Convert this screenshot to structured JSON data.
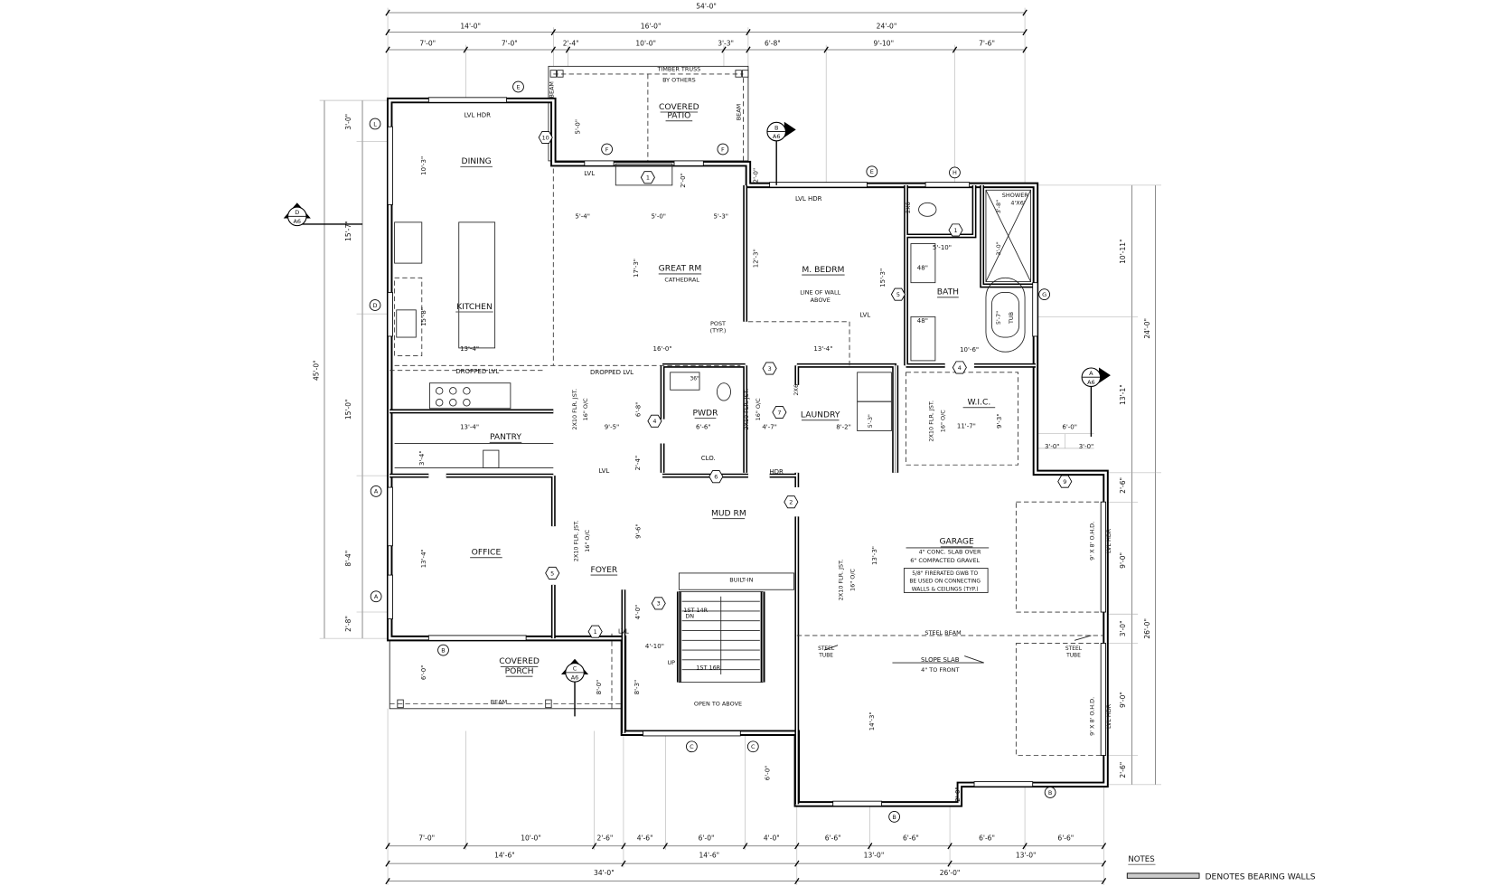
{
  "annotations": [
    {
      "text": "54'-0\"",
      "kind": "dimension"
    },
    {
      "text": "14'-0\"",
      "kind": "dimension"
    },
    {
      "text": "16'-0\"",
      "kind": "dimension"
    },
    {
      "text": "24'-0\"",
      "kind": "dimension"
    },
    {
      "text": "7'-0\"",
      "kind": "dimension"
    },
    {
      "text": "7'-0\"",
      "kind": "dimension"
    },
    {
      "text": "2'-4\"",
      "kind": "dimension"
    },
    {
      "text": "10'-0\"",
      "kind": "dimension"
    },
    {
      "text": "3'-3\"",
      "kind": "dimension"
    },
    {
      "text": "6'-8\"",
      "kind": "dimension"
    },
    {
      "text": "9'-10\"",
      "kind": "dimension"
    },
    {
      "text": "7'-6\"",
      "kind": "dimension"
    },
    {
      "text": "45'-0\"",
      "kind": "dimension"
    },
    {
      "text": "3'-0\"",
      "kind": "dimension"
    },
    {
      "text": "15'-7\"",
      "kind": "dimension"
    },
    {
      "text": "15'-0\"",
      "kind": "dimension"
    },
    {
      "text": "8'-4\"",
      "kind": "dimension"
    },
    {
      "text": "2'-8\"",
      "kind": "dimension"
    },
    {
      "text": "10'-11\"",
      "kind": "dimension"
    },
    {
      "text": "13'-1\"",
      "kind": "dimension"
    },
    {
      "text": "24'-0\"",
      "kind": "dimension"
    },
    {
      "text": "2'-6\"",
      "kind": "dimension"
    },
    {
      "text": "9'-0\"",
      "kind": "dimension"
    },
    {
      "text": "3'-0\"",
      "kind": "dimension"
    },
    {
      "text": "9'-0\"",
      "kind": "dimension"
    },
    {
      "text": "2'-6\"",
      "kind": "dimension"
    },
    {
      "text": "26'-0\"",
      "kind": "dimension"
    },
    {
      "text": "7'-0\"",
      "kind": "dimension"
    },
    {
      "text": "10'-0\"",
      "kind": "dimension"
    },
    {
      "text": "2'-6\"",
      "kind": "dimension"
    },
    {
      "text": "4'-6\"",
      "kind": "dimension"
    },
    {
      "text": "6'-0\"",
      "kind": "dimension"
    },
    {
      "text": "4'-0\"",
      "kind": "dimension"
    },
    {
      "text": "6'-6\"",
      "kind": "dimension"
    },
    {
      "text": "6'-6\"",
      "kind": "dimension"
    },
    {
      "text": "6'-6\"",
      "kind": "dimension"
    },
    {
      "text": "6'-6\"",
      "kind": "dimension"
    },
    {
      "text": "14'-6\"",
      "kind": "dimension"
    },
    {
      "text": "14'-6\"",
      "kind": "dimension"
    },
    {
      "text": "13'-0\"",
      "kind": "dimension"
    },
    {
      "text": "13'-0\"",
      "kind": "dimension"
    },
    {
      "text": "34'-0\"",
      "kind": "dimension"
    },
    {
      "text": "26'-0\"",
      "kind": "dimension"
    },
    {
      "text": "LVL HDR",
      "kind": "note"
    },
    {
      "text": "DINING",
      "kind": "room"
    },
    {
      "text": "10'-3\"",
      "kind": "dimension"
    },
    {
      "text": "KITCHEN",
      "kind": "room"
    },
    {
      "text": "15'-8\"",
      "kind": "dimension"
    },
    {
      "text": "13'-4\"",
      "kind": "dimension"
    },
    {
      "text": "DROPPED LVL",
      "kind": "note"
    },
    {
      "text": "DROPPED LVL",
      "kind": "note"
    },
    {
      "text": "13'-4\"",
      "kind": "dimension"
    },
    {
      "text": "PANTRY",
      "kind": "room"
    },
    {
      "text": "3'-4\"",
      "kind": "dimension"
    },
    {
      "text": "OFFICE",
      "kind": "room"
    },
    {
      "text": "13'-4\"",
      "kind": "dimension"
    },
    {
      "text": "COVERED",
      "kind": "room"
    },
    {
      "text": "PORCH",
      "kind": "room"
    },
    {
      "text": "6'-0\"",
      "kind": "dimension"
    },
    {
      "text": "BEAM",
      "kind": "note"
    },
    {
      "text": "TIMBER TRUSS",
      "kind": "note"
    },
    {
      "text": "BY OTHERS",
      "kind": "note"
    },
    {
      "text": "COVERED",
      "kind": "room"
    },
    {
      "text": "PATIO",
      "kind": "room"
    },
    {
      "text": "BEAM",
      "kind": "note"
    },
    {
      "text": "BEAM",
      "kind": "note"
    },
    {
      "text": "5'-0\"",
      "kind": "dimension"
    },
    {
      "text": "LVL",
      "kind": "note"
    },
    {
      "text": "2'-0\"",
      "kind": "dimension"
    },
    {
      "text": "5'-4\"",
      "kind": "dimension"
    },
    {
      "text": "5'-0\"",
      "kind": "dimension"
    },
    {
      "text": "5'-3\"",
      "kind": "dimension"
    },
    {
      "text": "17'-3\"",
      "kind": "dimension"
    },
    {
      "text": "GREAT RM",
      "kind": "room"
    },
    {
      "text": "CATHEDRAL",
      "kind": "note"
    },
    {
      "text": "POST",
      "kind": "note"
    },
    {
      "text": "(TYP.)",
      "kind": "note"
    },
    {
      "text": "16'-0\"",
      "kind": "dimension"
    },
    {
      "text": "2'-0\"",
      "kind": "dimension"
    },
    {
      "text": "LVL HDR",
      "kind": "note"
    },
    {
      "text": "12'-3\"",
      "kind": "dimension"
    },
    {
      "text": "M. BEDRM",
      "kind": "room"
    },
    {
      "text": "15'-3\"",
      "kind": "dimension"
    },
    {
      "text": "LINE OF WALL",
      "kind": "note"
    },
    {
      "text": "ABOVE",
      "kind": "note"
    },
    {
      "text": "LVL",
      "kind": "note"
    },
    {
      "text": "13'-4\"",
      "kind": "dimension"
    },
    {
      "text": "2X6",
      "kind": "note"
    },
    {
      "text": "5'-10\"",
      "kind": "dimension"
    },
    {
      "text": "SHOWER",
      "kind": "note"
    },
    {
      "text": "4'X6'",
      "kind": "note"
    },
    {
      "text": "3'-8\"",
      "kind": "dimension"
    },
    {
      "text": "3'-0\"",
      "kind": "dimension"
    },
    {
      "text": "48\"",
      "kind": "note"
    },
    {
      "text": "48\"",
      "kind": "note"
    },
    {
      "text": "BATH",
      "kind": "room"
    },
    {
      "text": "5'-7\"",
      "kind": "dimension"
    },
    {
      "text": "TUB",
      "kind": "note"
    },
    {
      "text": "10'-6\"",
      "kind": "dimension"
    },
    {
      "text": "W.I.C.",
      "kind": "room"
    },
    {
      "text": "2X10 FLR. JST.",
      "kind": "note"
    },
    {
      "text": "16\" O/C",
      "kind": "note"
    },
    {
      "text": "11'-7\"",
      "kind": "dimension"
    },
    {
      "text": "9'-3\"",
      "kind": "dimension"
    },
    {
      "text": "6'-0\"",
      "kind": "dimension"
    },
    {
      "text": "3'-0\"",
      "kind": "dimension"
    },
    {
      "text": "3'-0\"",
      "kind": "dimension"
    },
    {
      "text": "PWDR",
      "kind": "room"
    },
    {
      "text": "6'-6\"",
      "kind": "dimension"
    },
    {
      "text": "36\"",
      "kind": "note"
    },
    {
      "text": "6'-8\"",
      "kind": "dimension"
    },
    {
      "text": "2X10 FLR. JST.",
      "kind": "note"
    },
    {
      "text": "16\" O/C",
      "kind": "note"
    },
    {
      "text": "9'-5\"",
      "kind": "dimension"
    },
    {
      "text": "2X6",
      "kind": "note"
    },
    {
      "text": "2X10 FLR. JST.",
      "kind": "note"
    },
    {
      "text": "16\" O/C",
      "kind": "note"
    },
    {
      "text": "LAUNDRY",
      "kind": "room"
    },
    {
      "text": "4'-7\"",
      "kind": "dimension"
    },
    {
      "text": "8'-2\"",
      "kind": "dimension"
    },
    {
      "text": "5'-3\"",
      "kind": "dimension"
    },
    {
      "text": "CLO.",
      "kind": "room"
    },
    {
      "text": "2'-4\"",
      "kind": "dimension"
    },
    {
      "text": "LVL",
      "kind": "note"
    },
    {
      "text": "HDR",
      "kind": "note"
    },
    {
      "text": "MUD RM",
      "kind": "room"
    },
    {
      "text": "9'-6\"",
      "kind": "dimension"
    },
    {
      "text": "2X10 FLR. JST.",
      "kind": "note"
    },
    {
      "text": "16\" O/C",
      "kind": "note"
    },
    {
      "text": "FOYER",
      "kind": "room"
    },
    {
      "text": "BUILT-IN",
      "kind": "note"
    },
    {
      "text": "DN",
      "kind": "note"
    },
    {
      "text": "1ST 14R",
      "kind": "note"
    },
    {
      "text": "4'-0\"",
      "kind": "dimension"
    },
    {
      "text": "LVL",
      "kind": "note"
    },
    {
      "text": "4'-10\"",
      "kind": "dimension"
    },
    {
      "text": "UP",
      "kind": "note"
    },
    {
      "text": "1ST 16R",
      "kind": "note"
    },
    {
      "text": "8'-0\"",
      "kind": "dimension"
    },
    {
      "text": "8'-3\"",
      "kind": "dimension"
    },
    {
      "text": "OPEN TO ABOVE",
      "kind": "note"
    },
    {
      "text": "6'-0\"",
      "kind": "dimension"
    },
    {
      "text": "2'-0\"",
      "kind": "dimension"
    },
    {
      "text": "GARAGE",
      "kind": "room"
    },
    {
      "text": "4\" CONC. SLAB OVER",
      "kind": "note"
    },
    {
      "text": "6\" COMPACTED GRAVEL",
      "kind": "note"
    },
    {
      "text": "5/8\" FIRERATED GWB TO",
      "kind": "note"
    },
    {
      "text": "BE USED ON CONNECTING",
      "kind": "note"
    },
    {
      "text": "WALLS & CEILINGS (TYP.)",
      "kind": "note"
    },
    {
      "text": "2X10 FLR. JST.",
      "kind": "note"
    },
    {
      "text": "16\" O/C",
      "kind": "note"
    },
    {
      "text": "13'-3\"",
      "kind": "dimension"
    },
    {
      "text": "STEEL BEAM",
      "kind": "note"
    },
    {
      "text": "STEEL",
      "kind": "note"
    },
    {
      "text": "TUBE",
      "kind": "note"
    },
    {
      "text": "STEEL",
      "kind": "note"
    },
    {
      "text": "TUBE",
      "kind": "note"
    },
    {
      "text": "SLOPE SLAB",
      "kind": "note"
    },
    {
      "text": "4\" TO FRONT",
      "kind": "note"
    },
    {
      "text": "14'-3\"",
      "kind": "dimension"
    },
    {
      "text": "LVL HDR",
      "kind": "note"
    },
    {
      "text": "9' X 8' O.H.D.",
      "kind": "note"
    },
    {
      "text": "LVL HDR",
      "kind": "note"
    },
    {
      "text": "9' X 8' O.H.D.",
      "kind": "note"
    }
  ],
  "window_tags": [
    "E",
    "L",
    "F",
    "F",
    "E",
    "H",
    "D",
    "A",
    "A",
    "B",
    "C",
    "C",
    "G",
    "B",
    "B"
  ],
  "door_tags": [
    "10",
    "1",
    "4",
    "6",
    "3",
    "4",
    "1",
    "5",
    "7",
    "2",
    "5",
    "3",
    "1",
    "9"
  ],
  "section_markers": [
    {
      "letter": "D",
      "sheet": "A6"
    },
    {
      "letter": "B",
      "sheet": "A6"
    },
    {
      "letter": "A",
      "sheet": "A6"
    },
    {
      "letter": "C",
      "sheet": "A6"
    }
  ],
  "legend": {
    "title": "NOTES",
    "bearing_walls": "DENOTES BEARING WALLS"
  }
}
